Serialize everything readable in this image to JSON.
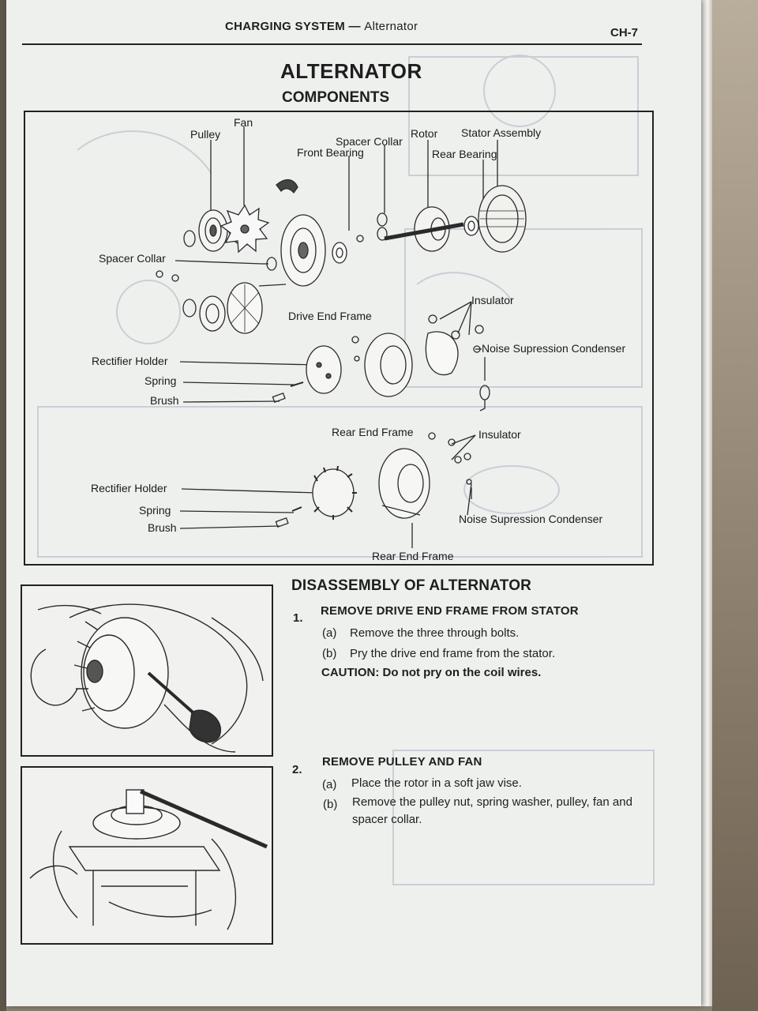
{
  "header": {
    "section": "CHARGING SYSTEM",
    "dash": "—",
    "subsection": "Alternator",
    "page_number": "CH-7"
  },
  "title": "ALTERNATOR",
  "subtitle": "COMPONENTS",
  "diagram_labels": {
    "pulley": "Pulley",
    "fan": "Fan",
    "spacer_collar_top": "Spacer Collar",
    "rotor": "Rotor",
    "stator_assembly": "Stator Assembly",
    "front_bearing": "Front Bearing",
    "rear_bearing": "Rear Bearing",
    "spacer_collar_left": "Spacer Collar",
    "insulator_1": "Insulator",
    "drive_end_frame": "Drive End Frame",
    "noise_condenser_1": "Noise Supression Condenser",
    "rectifier_holder_1": "Rectifier Holder",
    "spring_1": "Spring",
    "brush_1": "Brush",
    "rear_end_frame_1": "Rear End Frame",
    "insulator_2": "Insulator",
    "rectifier_holder_2": "Rectifier Holder",
    "spring_2": "Spring",
    "brush_2": "Brush",
    "noise_condenser_2": "Noise Supression Condenser",
    "rear_end_frame_2": "Rear End Frame"
  },
  "disassembly": {
    "heading": "DISASSEMBLY OF ALTERNATOR",
    "steps": [
      {
        "number": "1.",
        "title": "REMOVE DRIVE END FRAME FROM STATOR",
        "items": [
          {
            "mark": "(a)",
            "text": "Remove the three through bolts."
          },
          {
            "mark": "(b)",
            "text": "Pry the drive end frame from the stator."
          }
        ],
        "caution": "CAUTION:   Do not pry on the coil wires."
      },
      {
        "number": "2.",
        "title": "REMOVE PULLEY AND FAN",
        "items": [
          {
            "mark": "(a)",
            "text": "Place the rotor in a soft jaw vise."
          },
          {
            "mark": "(b)",
            "text": "Remove the pulley nut, spring washer, pulley, fan and",
            "text2": "spacer collar."
          }
        ]
      }
    ]
  },
  "colors": {
    "paper": "#eef0ee",
    "ink": "#1e1e1e",
    "bleed_through": "#b8c0c8"
  }
}
